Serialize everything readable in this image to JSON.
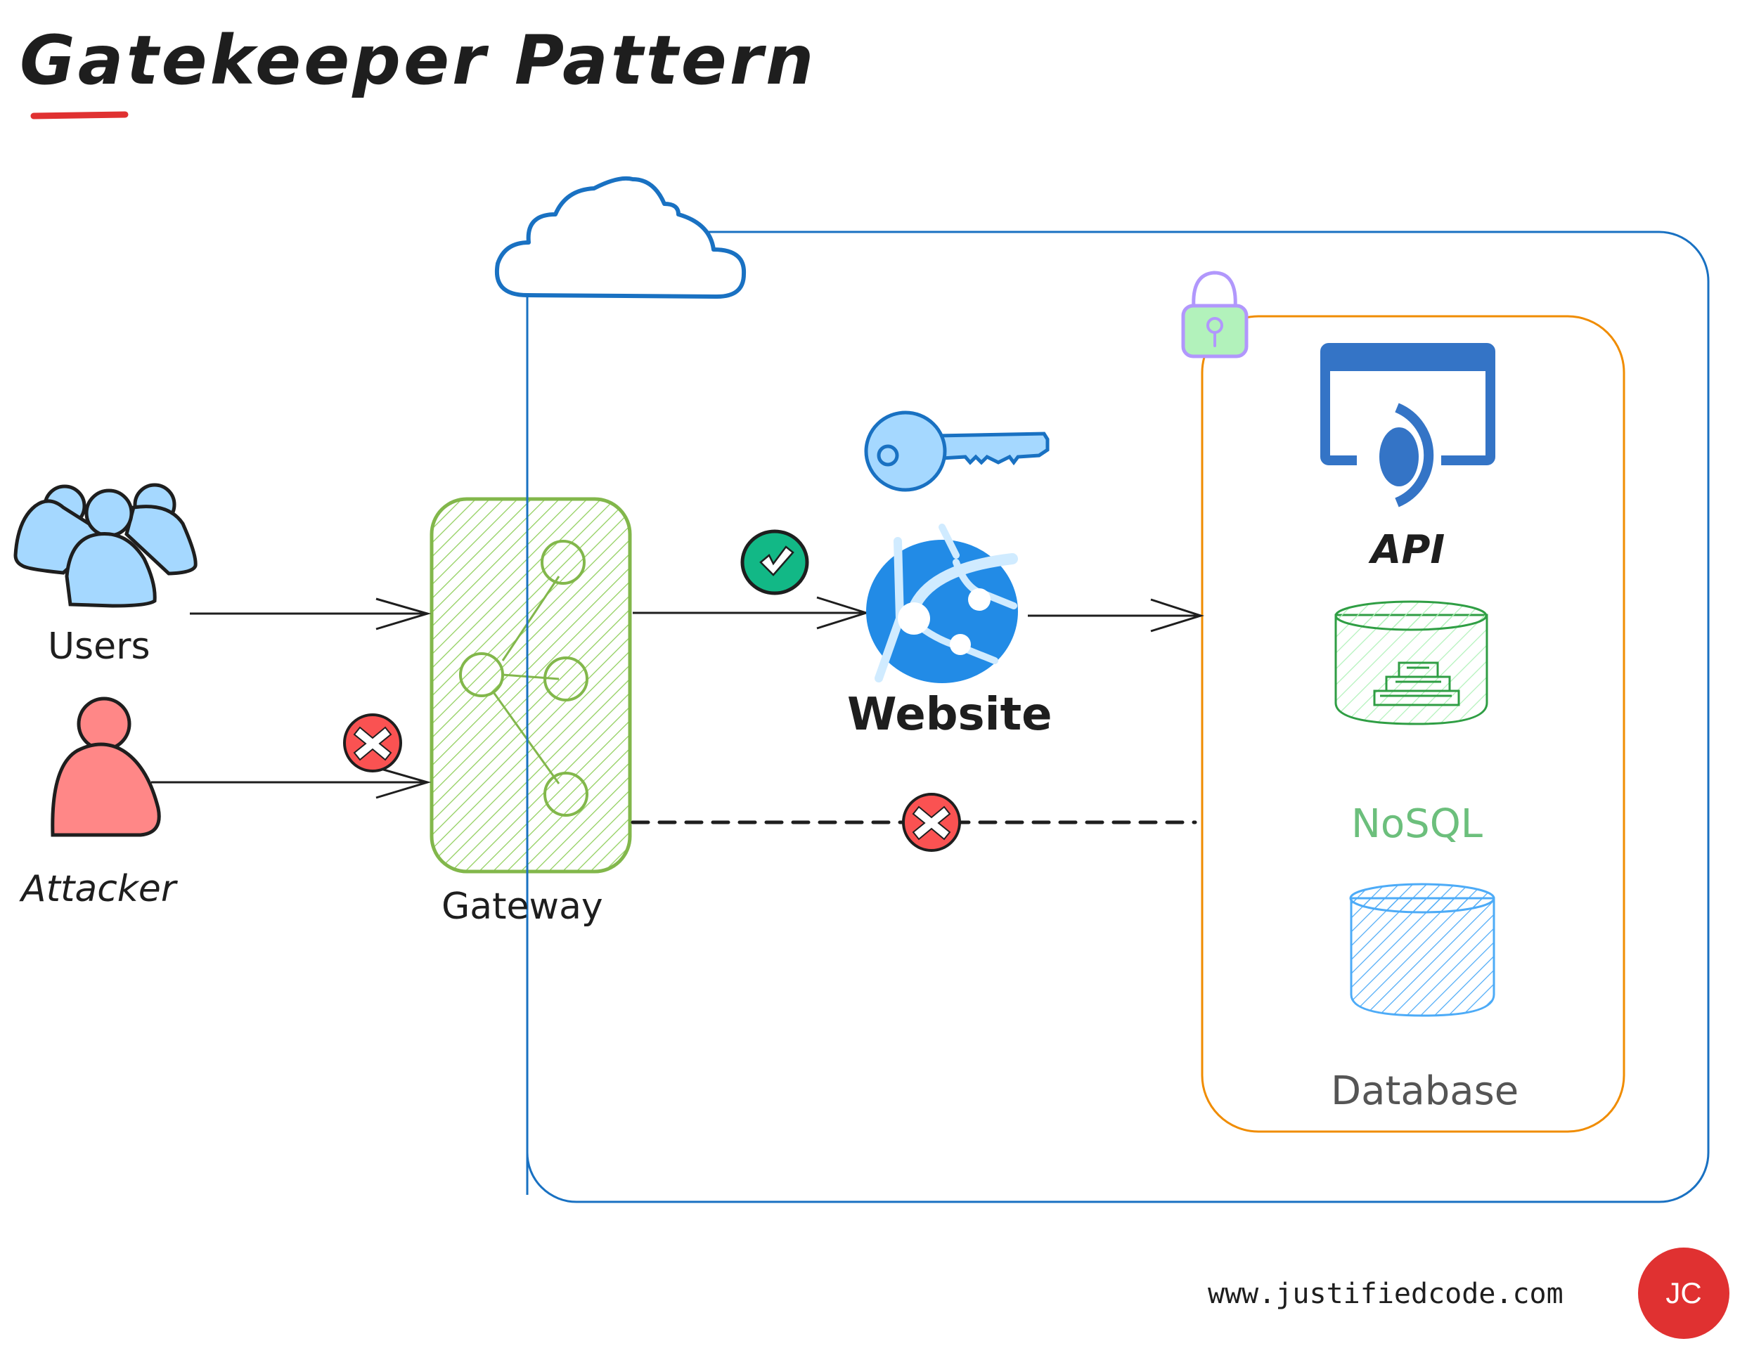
{
  "title": "Gatekeeper Pattern",
  "colors": {
    "title_underline": "#e03131",
    "cloud_border": "#1971c2",
    "private_zone_border": "#f08c00",
    "gateway_fill": "#8fce5a",
    "gateway_stroke": "#82b74b",
    "users_fill": "#a5d8ff",
    "attacker_fill": "#ff8787",
    "allow_badge": "#12b886",
    "deny_badge": "#fa5252",
    "website_globe": "#228be6",
    "api_icon": "#3474c6",
    "nosql": "#2f9e44",
    "database": "#4dabf7",
    "lock_fill": "#b2f2bb",
    "lock_stroke": "#b197fc",
    "logo": "#e03131"
  },
  "nodes": {
    "users": {
      "label": "Users",
      "icon": "users-group-icon"
    },
    "attacker": {
      "label": "Attacker",
      "icon": "person-icon"
    },
    "gateway": {
      "label": "Gateway",
      "icon": "network-nodes-icon"
    },
    "website": {
      "label": "Website",
      "icon": "web-app-globe-icon"
    },
    "key": {
      "icon": "key-icon"
    },
    "lock": {
      "icon": "padlock-icon"
    },
    "api": {
      "label": "API",
      "icon": "api-window-icon"
    },
    "nosql": {
      "label": "NoSQL",
      "icon": "nosql-cylinder-icon"
    },
    "database": {
      "label": "Database",
      "icon": "database-cylinder-icon"
    }
  },
  "edges": [
    {
      "from": "users",
      "to": "gateway",
      "style": "solid",
      "status": ""
    },
    {
      "from": "attacker",
      "to": "gateway",
      "style": "solid",
      "status": "denied"
    },
    {
      "from": "gateway",
      "to": "website",
      "style": "solid",
      "status": "allowed"
    },
    {
      "from": "website",
      "to": "private-zone",
      "style": "solid",
      "status": ""
    },
    {
      "from": "gateway",
      "to": "private-zone",
      "style": "dashed",
      "status": "denied"
    }
  ],
  "footer": {
    "url": "www.justifiedcode.com",
    "logo_text": "JC"
  }
}
